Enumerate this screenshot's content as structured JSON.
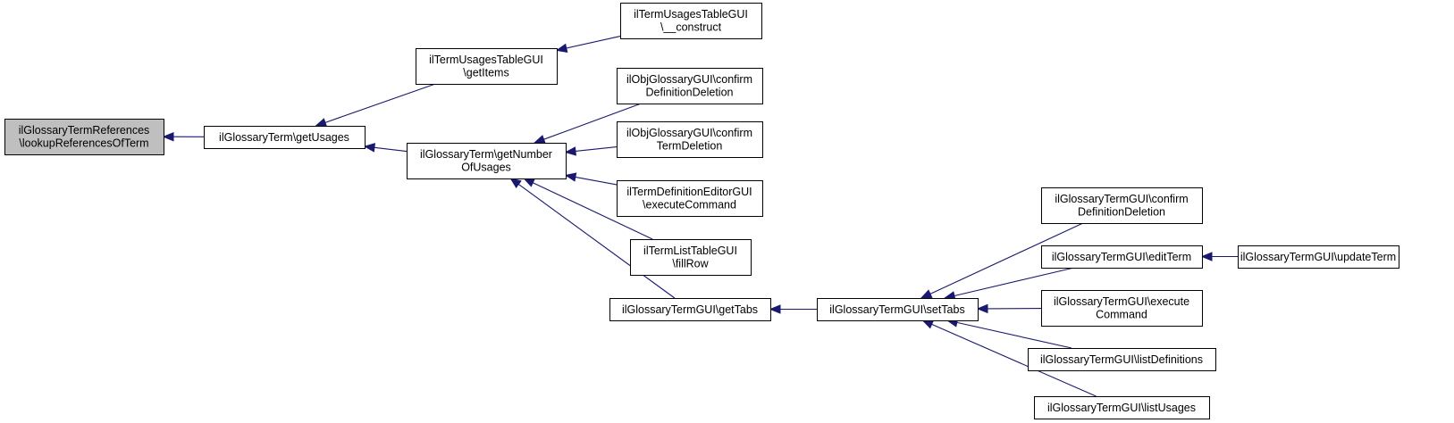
{
  "diagram": {
    "colors": {
      "edge": "#191970",
      "root_fill": "#bfbfbf",
      "node_fill": "#ffffff",
      "border": "#000000"
    },
    "nodes": [
      {
        "id": "lookup",
        "lines": [
          "ilGlossaryTermReferences",
          "\\lookupReferencesOfTerm"
        ],
        "root": true
      },
      {
        "id": "getUsages",
        "lines": [
          "ilGlossaryTerm\\getUsages"
        ]
      },
      {
        "id": "utGetItems",
        "lines": [
          "ilTermUsagesTableGUI",
          "\\getItems"
        ]
      },
      {
        "id": "utConstruct",
        "lines": [
          "ilTermUsagesTableGUI",
          "\\__construct"
        ]
      },
      {
        "id": "getNumUsages",
        "lines": [
          "ilGlossaryTerm\\getNumber",
          "OfUsages"
        ]
      },
      {
        "id": "ogConfirmDef",
        "lines": [
          "ilObjGlossaryGUI\\confirm",
          "DefinitionDeletion"
        ]
      },
      {
        "id": "ogConfirmTerm",
        "lines": [
          "ilObjGlossaryGUI\\confirm",
          "TermDeletion"
        ]
      },
      {
        "id": "tdExec",
        "lines": [
          "ilTermDefinitionEditorGUI",
          "\\executeCommand"
        ]
      },
      {
        "id": "tlFillRow",
        "lines": [
          "ilTermListTableGUI",
          "\\fillRow"
        ]
      },
      {
        "id": "gtGetTabs",
        "lines": [
          "ilGlossaryTermGUI\\getTabs"
        ]
      },
      {
        "id": "gtSetTabs",
        "lines": [
          "ilGlossaryTermGUI\\setTabs"
        ]
      },
      {
        "id": "gtConfirmDef",
        "lines": [
          "ilGlossaryTermGUI\\confirm",
          "DefinitionDeletion"
        ]
      },
      {
        "id": "gtEditTerm",
        "lines": [
          "ilGlossaryTermGUI\\editTerm"
        ]
      },
      {
        "id": "gtUpdateTerm",
        "lines": [
          "ilGlossaryTermGUI\\updateTerm"
        ]
      },
      {
        "id": "gtExec",
        "lines": [
          "ilGlossaryTermGUI\\execute",
          "Command"
        ]
      },
      {
        "id": "gtListDefs",
        "lines": [
          "ilGlossaryTermGUI\\listDefinitions"
        ]
      },
      {
        "id": "gtListUsages",
        "lines": [
          "ilGlossaryTermGUI\\listUsages"
        ]
      }
    ],
    "edges": [
      {
        "from": "getUsages",
        "to": "lookup"
      },
      {
        "from": "utGetItems",
        "to": "getUsages"
      },
      {
        "from": "getNumUsages",
        "to": "getUsages"
      },
      {
        "from": "utConstruct",
        "to": "utGetItems"
      },
      {
        "from": "ogConfirmDef",
        "to": "getNumUsages"
      },
      {
        "from": "ogConfirmTerm",
        "to": "getNumUsages"
      },
      {
        "from": "tdExec",
        "to": "getNumUsages"
      },
      {
        "from": "tlFillRow",
        "to": "getNumUsages"
      },
      {
        "from": "gtGetTabs",
        "to": "getNumUsages"
      },
      {
        "from": "gtSetTabs",
        "to": "gtGetTabs"
      },
      {
        "from": "gtConfirmDef",
        "to": "gtSetTabs"
      },
      {
        "from": "gtEditTerm",
        "to": "gtSetTabs"
      },
      {
        "from": "gtExec",
        "to": "gtSetTabs"
      },
      {
        "from": "gtListDefs",
        "to": "gtSetTabs"
      },
      {
        "from": "gtListUsages",
        "to": "gtSetTabs"
      },
      {
        "from": "gtUpdateTerm",
        "to": "gtEditTerm"
      }
    ]
  }
}
